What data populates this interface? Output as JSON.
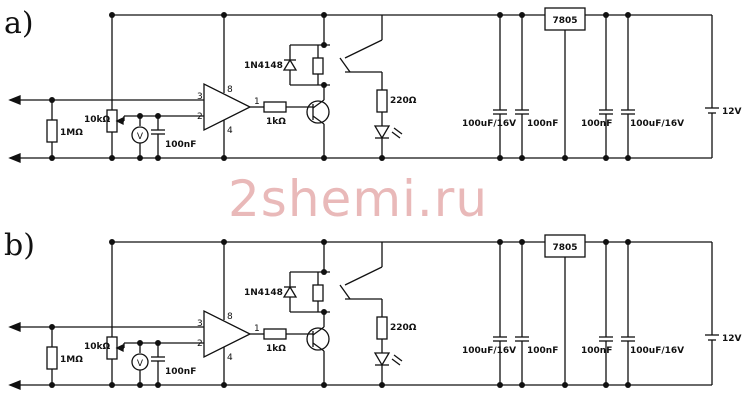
{
  "panels": [
    {
      "label": "a)"
    },
    {
      "label": "b)"
    }
  ],
  "watermark": "2shemi.ru",
  "components": {
    "regulator": "7805",
    "diode": "1N4148",
    "led_resistor": "220Ω",
    "input_resistor": "1MΩ",
    "potentiometer": "10kΩ",
    "base_resistor": "1kΩ",
    "small_cap": "100nF",
    "electrolytic": "100uF/16V",
    "battery": "12V",
    "voltmeter": "V"
  },
  "pins": {
    "p8": "8",
    "p3": "3",
    "p2": "2",
    "p4": "4",
    "p1": "1"
  }
}
